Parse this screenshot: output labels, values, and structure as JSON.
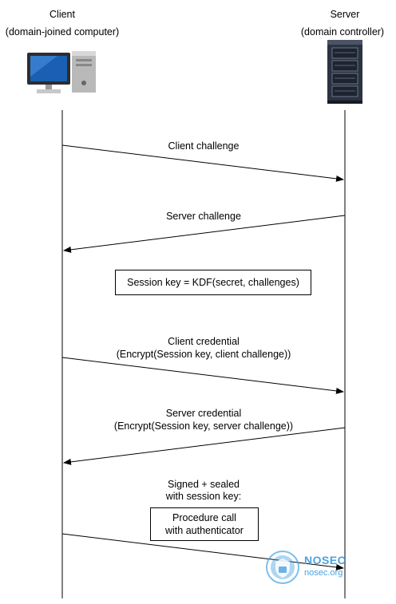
{
  "actors": {
    "client": {
      "name": "Client",
      "subtitle": "(domain-joined computer)",
      "icon": "desktop-computer-icon"
    },
    "server": {
      "name": "Server",
      "subtitle": "(domain controller)",
      "icon": "server-rack-icon"
    }
  },
  "messages": [
    {
      "id": "client-challenge",
      "direction": "client-to-server",
      "lines": [
        "Client challenge"
      ]
    },
    {
      "id": "server-challenge",
      "direction": "server-to-client",
      "lines": [
        "Server challenge"
      ]
    },
    {
      "id": "client-credential",
      "direction": "client-to-server",
      "lines": [
        "Client credential",
        "(Encrypt(Session key, client challenge))"
      ]
    },
    {
      "id": "server-credential",
      "direction": "server-to-client",
      "lines": [
        "Server credential",
        "(Encrypt(Session key, server challenge))"
      ]
    },
    {
      "id": "signed-sealed-call",
      "direction": "client-to-server",
      "lines": [
        "Signed + sealed",
        "with session key:"
      ]
    }
  ],
  "notes": {
    "session_key": "Session key = KDF(secret, challenges)",
    "procedure_call": [
      "Procedure call",
      "with authenticator"
    ]
  },
  "watermark": {
    "title": "NOSEC",
    "subtitle": "nosec.org",
    "color": "#4aa3df"
  }
}
